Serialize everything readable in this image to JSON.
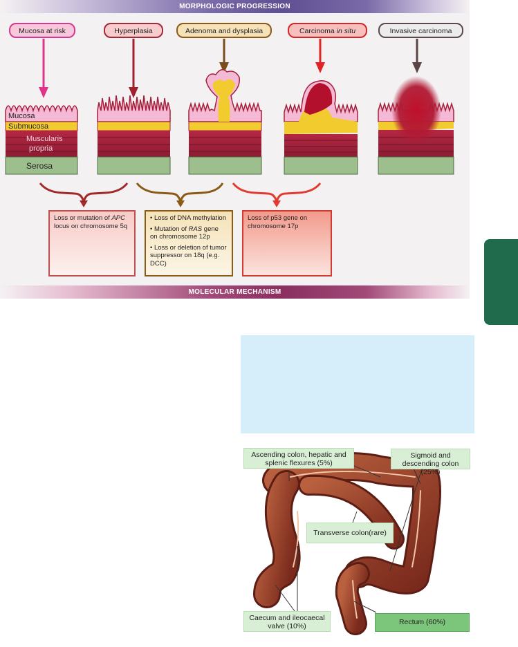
{
  "top_banner": "MORPHOLOGIC PROGRESSION",
  "bottom_banner": "MOLECULAR MECHANISM",
  "stages": [
    {
      "label_pre": "Mucosa at risk",
      "label_em": "",
      "border": "#d63a8c",
      "fill": "#f7c8dc",
      "arrow": "#e0338a"
    },
    {
      "label_pre": "Hyperplasia",
      "label_em": "",
      "border": "#a02a3a",
      "fill": "#f6cccc",
      "arrow": "#a3202e"
    },
    {
      "label_pre": "Adenoma and dysplasia",
      "label_em": "",
      "border": "#8b5a14",
      "fill": "#f5e2b8",
      "arrow": "#7a4e1c"
    },
    {
      "label_pre": "Carcinoma ",
      "label_em": "in situ",
      "border": "#d62728",
      "fill": "#f8c0bc",
      "arrow": "#e02424"
    },
    {
      "label_pre": "Invasive carcinoma",
      "label_em": "",
      "border": "#5a4a4a",
      "fill": "#ececec",
      "arrow": "#5a4444"
    }
  ],
  "layers": {
    "mucosa": "Mucosa",
    "submucosa": "Submucosa",
    "muscularis_1": "Muscularis",
    "muscularis_2": "propria",
    "serosa": "Serosa"
  },
  "mechanisms": {
    "box1_a": "Loss or mutation of ",
    "box1_em": "APC",
    "box1_b": "locus on chromosome 5q",
    "box2_item1": "Loss of DNA methylation",
    "box2_item2_a": "Mutation of ",
    "box2_item2_em": "RAS",
    "box2_item2_b": " gene on chromosome 12p",
    "box2_item3": "Loss or deletion of tumor suppressor on 18q (e.g. DCC)",
    "box3": "Loss of p53 gene on chromosome 17p"
  },
  "colon_labels": {
    "ascending": "Ascending colon, hepatic and splenic flexures (5%)",
    "sigmoid": "Sigmoid and descending colon (25%)",
    "transverse": "Transverse colon(rare)",
    "caecum": "Caecum and ileocaecal valve (10%)",
    "rectum": "Rectum (60%)"
  },
  "colors": {
    "mucosa": "#f4b9d4",
    "submucosa": "#f2cc2e",
    "muscularis": "#a3203a",
    "serosa": "#9dbf8d",
    "tab": "#1f6b4b",
    "info_box": "#d6eefa",
    "colon_label_bg": "#d8efd6",
    "rectum_label_bg": "#7bc67b"
  }
}
